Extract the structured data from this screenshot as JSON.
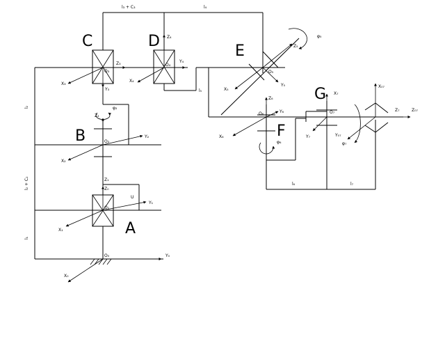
{
  "joints": {
    "A": {
      "label": "A",
      "origin": "O₁",
      "x": "X₁",
      "y": "Y₁",
      "z": "Z₁"
    },
    "B": {
      "label": "B",
      "origin": "O₂",
      "x": "X₂",
      "y": "Y₂",
      "z": "Z₂",
      "angle": "φ₂"
    },
    "C": {
      "label": "C",
      "origin": "O₃",
      "x": "X₃",
      "y": "Y₃",
      "z": "Z₃"
    },
    "D": {
      "label": "D",
      "origin": "O₄",
      "x": "X₄",
      "y": "Y₄",
      "z": "Z₄"
    },
    "E": {
      "label": "E",
      "origin": "O₅",
      "x": "X₅",
      "y": "Y₅",
      "z": "Z₅",
      "angle": "φ₅"
    },
    "F": {
      "label": "F",
      "origin": "O₆",
      "x": "X₆",
      "y": "Y₆",
      "z": "Z₆",
      "angle": "φ₆"
    },
    "G": {
      "label": "G",
      "origin": "O₇",
      "x": "X₇",
      "y": "Y₇",
      "z": "Z₇",
      "angle": "φ₇"
    }
  },
  "base": {
    "origin": "O₀",
    "x": "X₀",
    "y": "Y₀",
    "z": "Z₀"
  },
  "tool": {
    "x": "X₀₇",
    "y": "Y₀₇",
    "z": "Z₀₇"
  },
  "dimensions": {
    "top_left": "l₃ + C₃",
    "top_right": "l₄",
    "left_upper": "l₂",
    "left_middle": "l₂ + C₂",
    "left_lower": "l₁",
    "vertical_small": "U",
    "offset_e": "l₅",
    "bottom_left": "l₆",
    "bottom_right": "l₇"
  }
}
